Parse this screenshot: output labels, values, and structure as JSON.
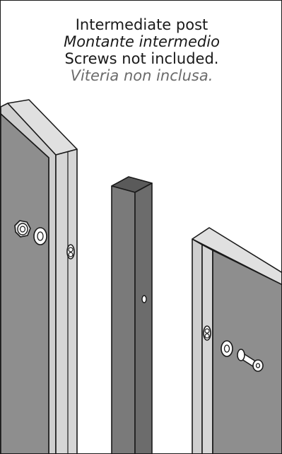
{
  "caption": {
    "title_en": "Intermediate post",
    "title_it": "Montante intermedio",
    "note_en": "Screws not included.",
    "note_it": "Viteria non inclusa."
  },
  "colors": {
    "panel_face": "#8e8e8e",
    "frame_light": "#cfcfcf",
    "post_top": "#5a5a5a",
    "post_front": "#7a7a7a",
    "post_side": "#6c6c6c",
    "outline": "#1a1a1a"
  },
  "parts": [
    {
      "name": "left-panel"
    },
    {
      "name": "intermediate-post"
    },
    {
      "name": "right-panel"
    },
    {
      "name": "nut"
    },
    {
      "name": "washer"
    },
    {
      "name": "screw"
    }
  ]
}
